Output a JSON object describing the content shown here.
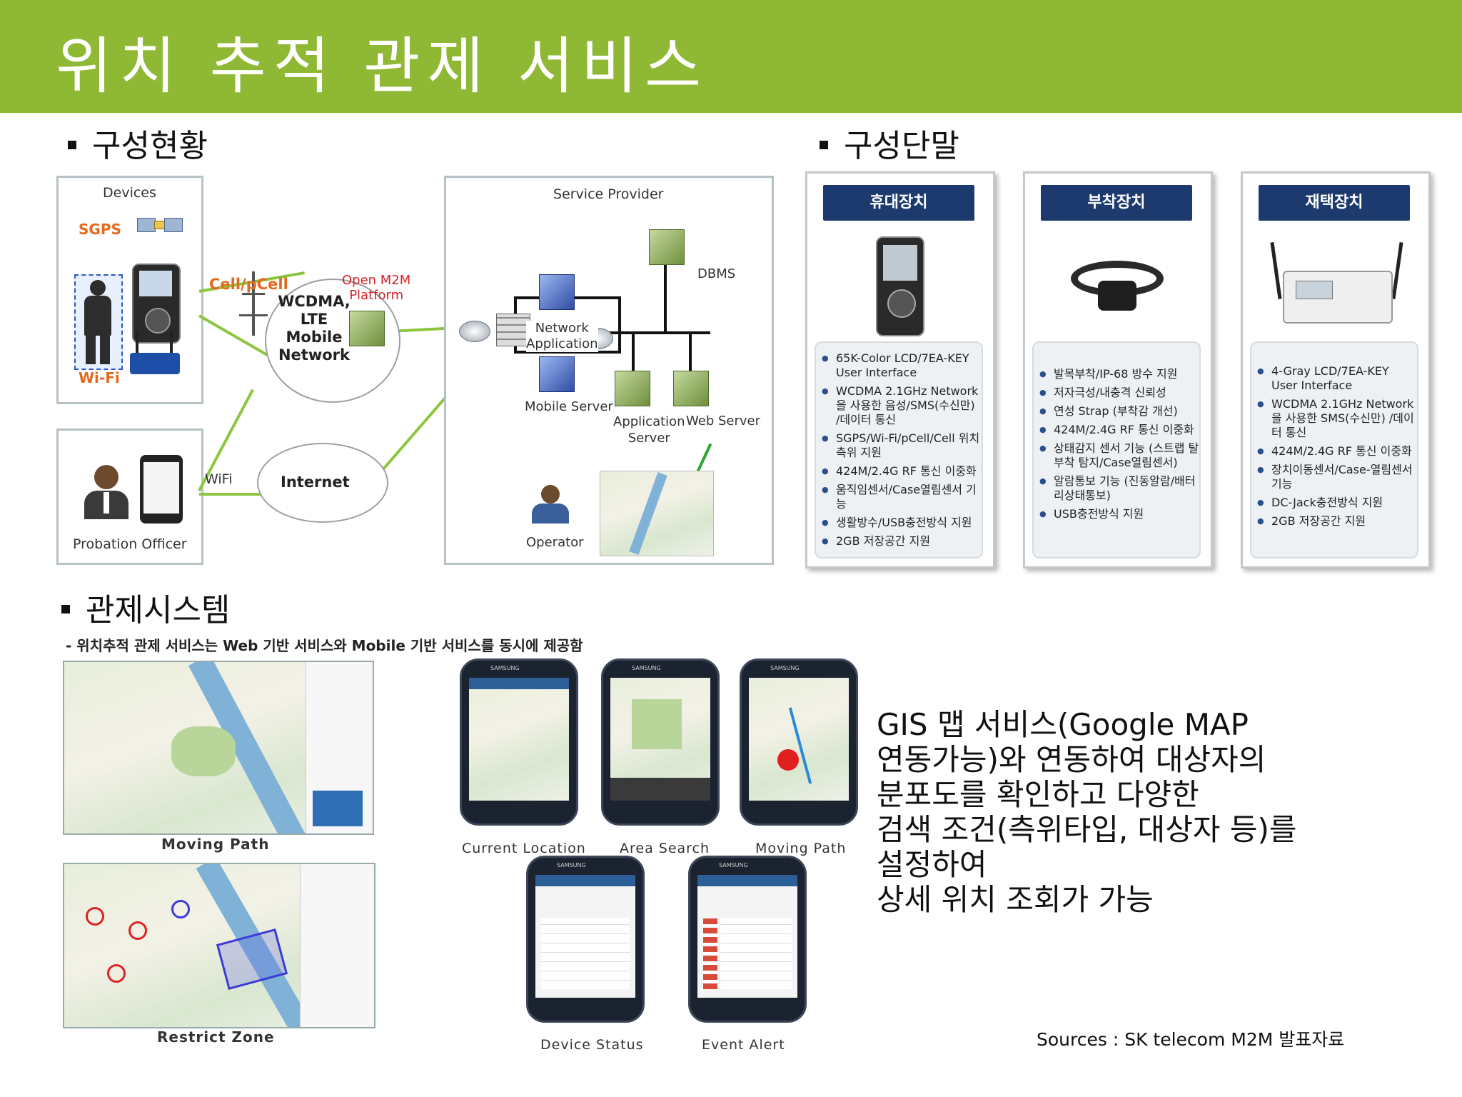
{
  "header": {
    "title": "위치 추적 관제 서비스",
    "background": "#8fb935"
  },
  "sections": {
    "composition": "구성현황",
    "terminals": "구성단말",
    "control_system": "관제시스템"
  },
  "diagram": {
    "devices_title": "Devices",
    "sgps": "SGPS",
    "wifi_device": "Wi-Fi",
    "cell": "Cell/pCell",
    "mobile_network": "WCDMA,\nLTE\nMobile\nNetwork",
    "open_m2m": "Open M2M\nPlatform",
    "wifi_link": "WiFi",
    "internet": "Internet",
    "probation_officer": "Probation Officer",
    "service_provider": "Service Provider",
    "network_application": "Network\nApplication",
    "mobile_server": "Mobile Server",
    "dbms": "DBMS",
    "application_server": "Application\nServer",
    "web_server": "Web Server",
    "operator": "Operator"
  },
  "cards": [
    {
      "title": "휴대장치",
      "items": [
        "65K-Color LCD/7EA-KEY User Interface",
        "WCDMA 2.1GHz Network 을 사용한 음성/SMS(수신만) /데이터 통신",
        "SGPS/Wi-Fi/pCell/Cell 위치측위 지원",
        "424M/2.4G RF 통신 이중화",
        "움직임센서/Case열림센서 기능",
        "생활방수/USB충전방식 지원",
        "2GB 저장공간 지원"
      ]
    },
    {
      "title": "부착장치",
      "items": [
        "발목부착/IP-68 방수 지원",
        "저자극성/내충격 신뢰성",
        "연성 Strap (부착감 개선)",
        "424M/2.4G RF 통신 이중화",
        "상태감지 센서 기능 (스트랩 탈부착 탐지/Case열림센서)",
        "알람통보 기능 (진동알람/배터리상태통보)",
        "USB충전방식 지원"
      ]
    },
    {
      "title": "재택장치",
      "items": [
        "4-Gray LCD/7EA-KEY User Interface",
        "WCDMA 2.1GHz Network 을 사용한 SMS(수신만) /데이터 통신",
        "424M/2.4G RF 통신 이중화",
        "장치이동센서/Case-열림센서 기능",
        "DC-Jack충전방식 지원",
        "2GB 저장공간 지원"
      ]
    }
  ],
  "control": {
    "subtitle": "- 위치추적 관제 서비스는 Web 기반 서비스와 Mobile 기반 서비스를 동시에 제공함",
    "web_captions": [
      "Moving Path",
      "Restrict Zone"
    ],
    "phone_captions": [
      "Current Location",
      "Area Search",
      "Moving Path",
      "Device Status",
      "Event Alert"
    ],
    "phone_brand": "SAMSUNG"
  },
  "gis_text": [
    "GIS 맵 서비스(Google MAP",
    "연동가능)와 연동하여 대상자의",
    "분포도를 확인하고 다양한",
    "검색 조건(측위타입, 대상자 등)를",
    "설정하여",
    "상세 위치 조회가 가능"
  ],
  "source": "Sources  : SK telecom M2M 발표자료",
  "colors": {
    "accent_green": "#8fb935",
    "card_header": "#1d3a6e",
    "label_orange": "#e36b1f",
    "label_red": "#d2242a"
  }
}
